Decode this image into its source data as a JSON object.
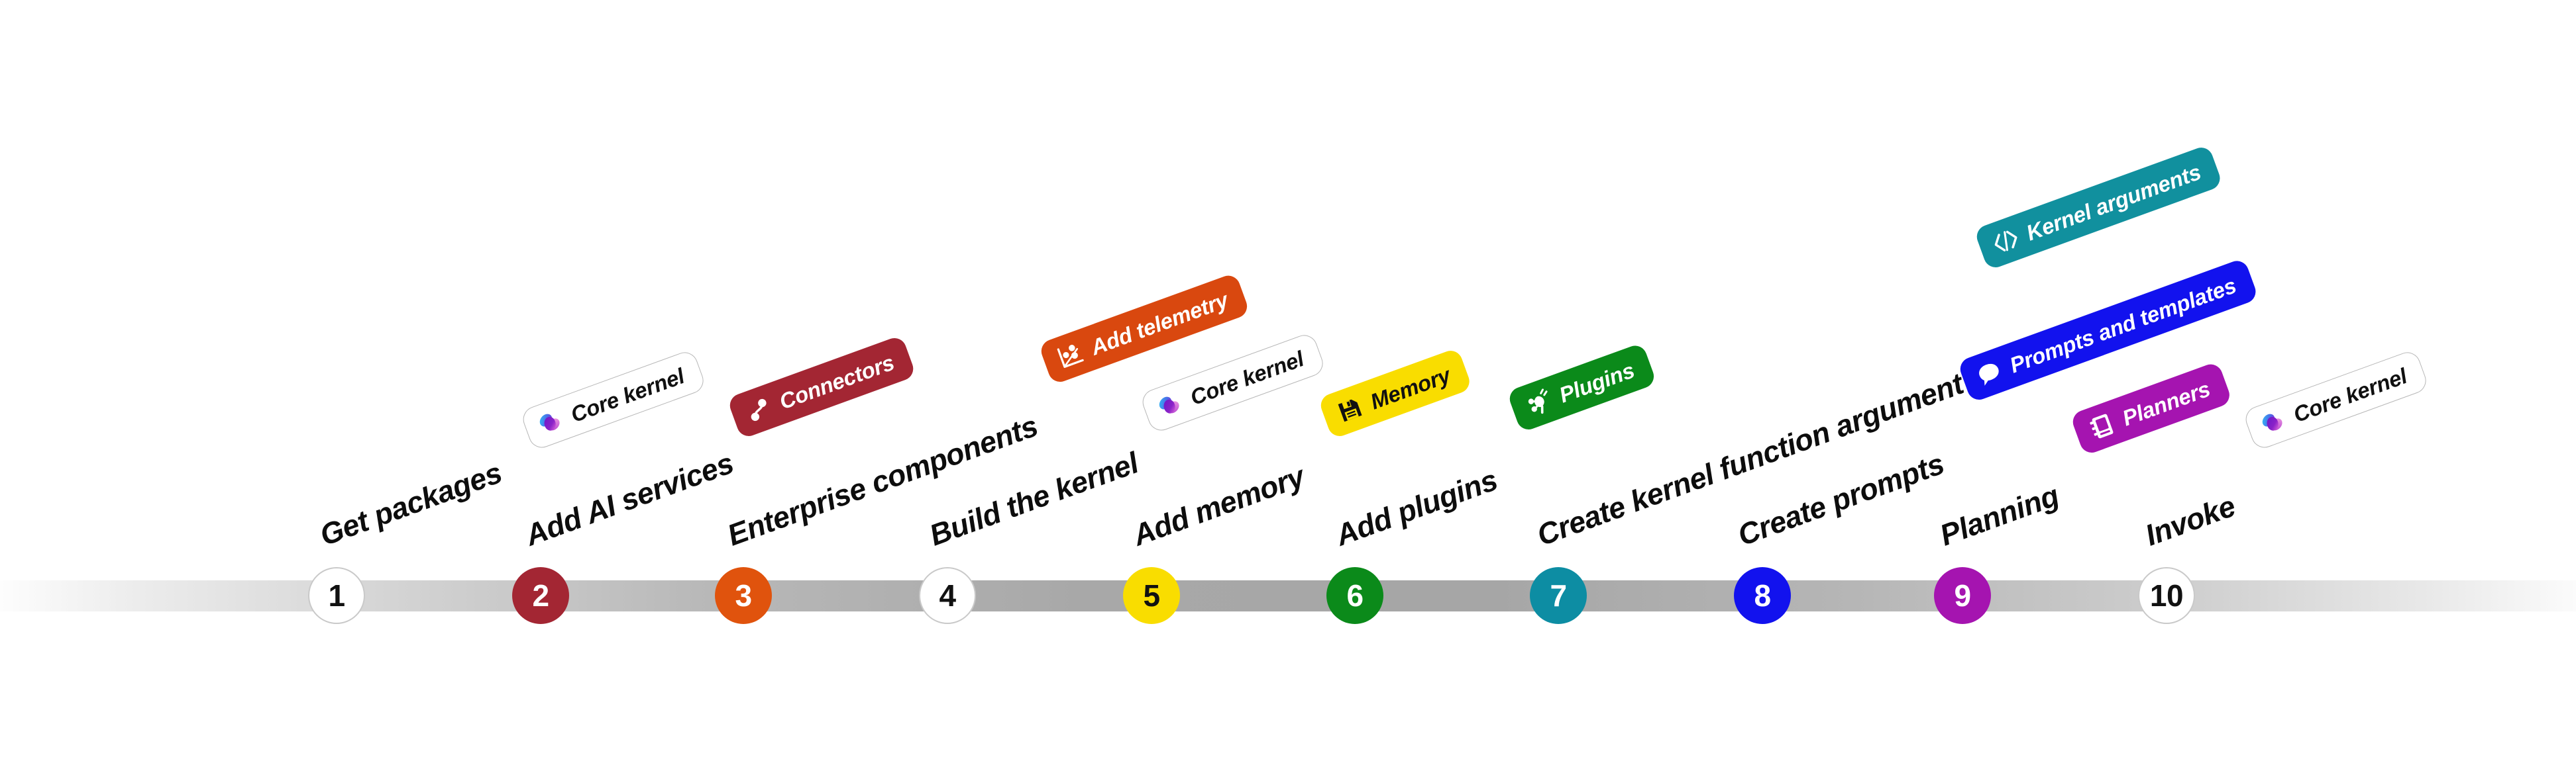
{
  "diagram": {
    "type": "timeline",
    "orientation": "horizontal",
    "total_steps": 10,
    "accent_colors": {
      "bar_dark": "#a6a6a6",
      "bar_light": "#fbfbfb",
      "node_outline": "#c9c9c9",
      "label_text": "#0d0d0d"
    }
  },
  "steps": [
    {
      "number": "1",
      "label": "Get packages",
      "node_fill": "#ffffff",
      "node_style": "plain",
      "badge": {
        "text": "Core kernel",
        "style": "ghost",
        "fill": "#ffffff",
        "text_color": "#101010",
        "icon": "semantic-kernel-logo-icon"
      }
    },
    {
      "number": "2",
      "label": "Add AI services",
      "node_fill": "#a32633",
      "node_style": "filled",
      "badge": {
        "text": "Connectors",
        "style": "solid",
        "fill": "#a32633",
        "text_color": "#ffffff",
        "icon": "connector-nodes-icon"
      }
    },
    {
      "number": "3",
      "label": "Enterprise components",
      "node_fill": "#e0530d",
      "node_style": "filled",
      "badge": {
        "text": "Add telemetry",
        "style": "solid",
        "fill": "#d9480f",
        "text_color": "#ffffff",
        "icon": "scatter-chart-icon"
      }
    },
    {
      "number": "4",
      "label": "Build the kernel",
      "node_fill": "#ffffff",
      "node_style": "plain",
      "badge": {
        "text": "Core kernel",
        "style": "ghost",
        "fill": "#ffffff",
        "text_color": "#101010",
        "icon": "semantic-kernel-logo-icon"
      }
    },
    {
      "number": "5",
      "label": "Add memory",
      "node_fill": "#f9dd00",
      "node_style": "filled",
      "node_text_color": "#111111",
      "badge": {
        "text": "Memory",
        "style": "solid",
        "fill": "#f9dd00",
        "text_color": "#111111",
        "icon": "floppy-disk-icon"
      }
    },
    {
      "number": "6",
      "label": "Add plugins",
      "node_fill": "#0b8a1a",
      "node_style": "filled",
      "badge": {
        "text": "Plugins",
        "style": "solid",
        "fill": "#0b8a1a",
        "text_color": "#ffffff",
        "icon": "plug-icon"
      }
    },
    {
      "number": "7",
      "label": "Create kernel function argument",
      "node_fill": "#0d8da3",
      "node_style": "filled",
      "badge": {
        "text": "Kernel arguments",
        "style": "solid",
        "fill": "#11909e",
        "text_color": "#ffffff",
        "icon": "code-brackets-icon"
      }
    },
    {
      "number": "8",
      "label": "Create  prompts",
      "node_fill": "#1212ee",
      "node_style": "filled",
      "badge": {
        "text": "Prompts and templates",
        "style": "solid",
        "fill": "#1212ee",
        "text_color": "#ffffff",
        "icon": "chat-bubble-icon"
      }
    },
    {
      "number": "9",
      "label": "Planning",
      "node_fill": "#a514b0",
      "node_style": "filled",
      "badge": {
        "text": "Planners",
        "style": "solid",
        "fill": "#a514b0",
        "text_color": "#ffffff",
        "icon": "notebook-icon"
      }
    },
    {
      "number": "10",
      "label": "Invoke",
      "node_fill": "#ffffff",
      "node_style": "plain",
      "badge": {
        "text": "Core kernel",
        "style": "ghost",
        "fill": "#ffffff",
        "text_color": "#101010",
        "icon": "semantic-kernel-logo-icon"
      }
    }
  ]
}
